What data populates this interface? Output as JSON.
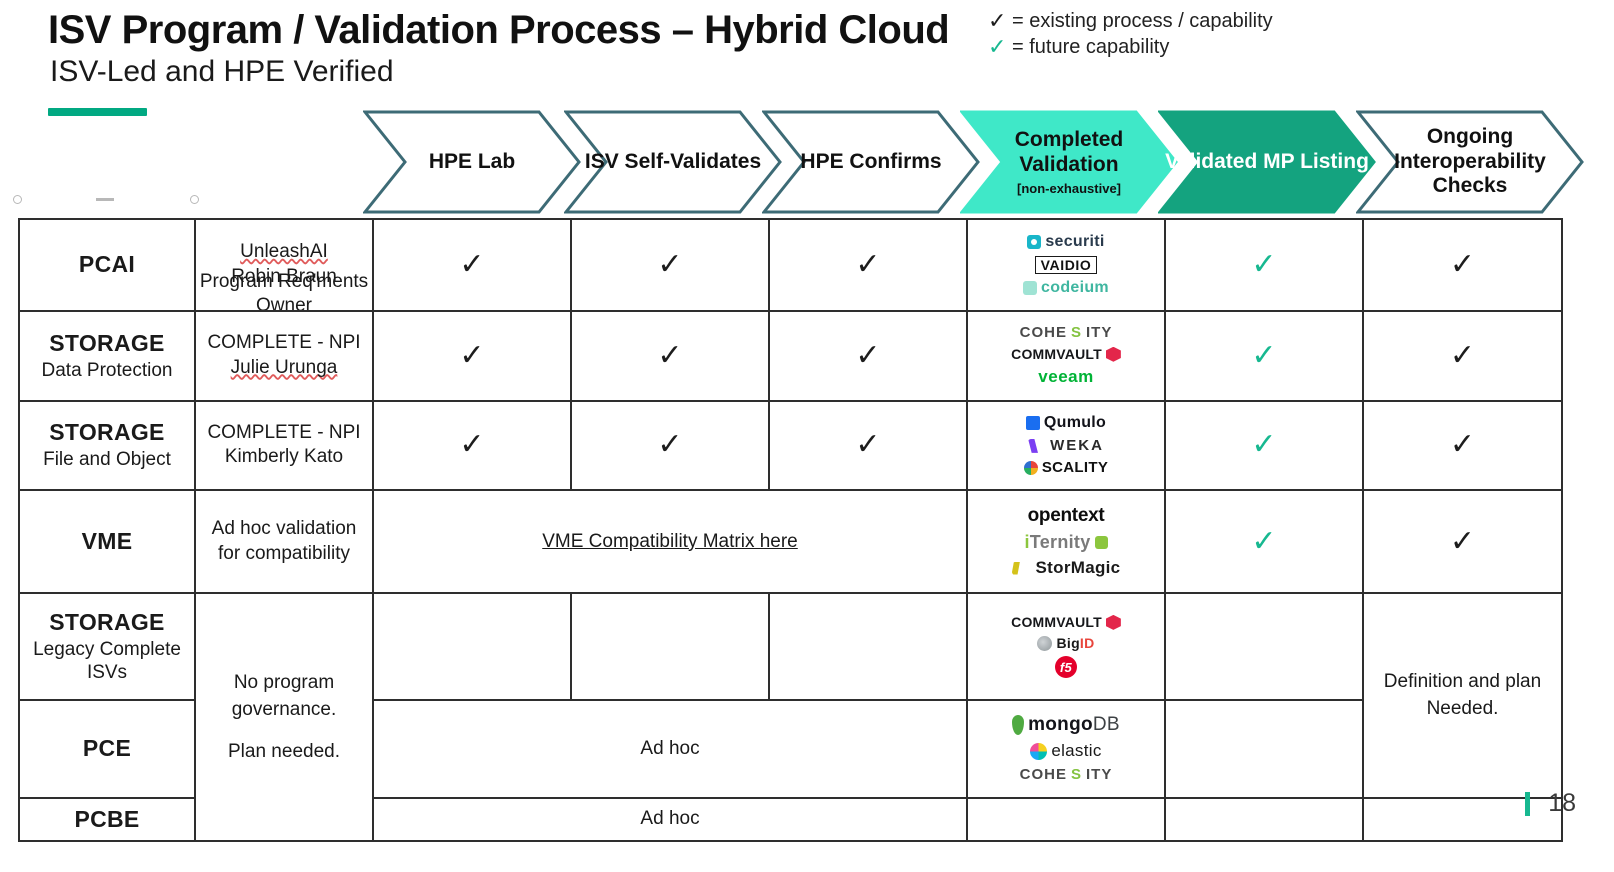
{
  "header": {
    "title": "ISV Program / Validation Process – Hybrid Cloud",
    "subtitle": "ISV-Led and HPE Verified"
  },
  "legend": {
    "existing": {
      "check": "✓",
      "text": "= existing process / capability"
    },
    "future": {
      "check": "✓",
      "text": "= future capability"
    }
  },
  "columns": {
    "segment": "",
    "owner": "Program Req'ments Owner",
    "stages": [
      {
        "label": "HPE Lab",
        "sub": "",
        "fill": "#ffffff",
        "text": "#111111"
      },
      {
        "label": "ISV Self-Validates",
        "sub": "",
        "fill": "#ffffff",
        "text": "#111111"
      },
      {
        "label": "HPE Confirms",
        "sub": "",
        "fill": "#ffffff",
        "text": "#111111"
      },
      {
        "label": "Completed Validation",
        "sub": "[non-exhaustive]",
        "fill": "#3fe8c8",
        "text": "#111111"
      },
      {
        "label": "Validated MP Listing",
        "sub": "",
        "fill": "#14a37f",
        "text": "#ffffff"
      },
      {
        "label": "Ongoing Interoperability Checks",
        "sub": "",
        "fill": "#ffffff",
        "text": "#111111"
      }
    ]
  },
  "colors": {
    "accent_green": "#01a982",
    "chevron_border": "#3d6b76",
    "completed_validation": "#3fe8c8",
    "validated_mp": "#14a37f",
    "check_black": "#1d1d1d",
    "check_green": "#17b890"
  },
  "rows": [
    {
      "segment_title": "PCAI",
      "segment_sub": "",
      "owner_line1": "UnleashAI",
      "owner_line2": "Robin Braun",
      "owner_misspelled": true,
      "hpe_lab": "✓",
      "isv_self": "✓",
      "hpe_confirms": "✓",
      "mp_listing": "✓",
      "ongoing": "✓",
      "logos": [
        "securiti",
        "VAIDIO",
        "codeium"
      ]
    },
    {
      "segment_title": "STORAGE",
      "segment_sub": "Data Protection",
      "owner_line1": "COMPLETE - NPI",
      "owner_line2": "Julie Urunga",
      "owner_misspelled": true,
      "hpe_lab": "✓",
      "isv_self": "✓",
      "hpe_confirms": "✓",
      "mp_listing": "✓",
      "ongoing": "✓",
      "logos": [
        "COHESITY",
        "COMMVAULT",
        "veeam"
      ]
    },
    {
      "segment_title": "STORAGE",
      "segment_sub": "File and Object",
      "owner_line1": "COMPLETE - NPI",
      "owner_line2": "Kimberly Kato",
      "owner_misspelled": false,
      "hpe_lab": "✓",
      "isv_self": "✓",
      "hpe_confirms": "✓",
      "mp_listing": "✓",
      "ongoing": "✓",
      "logos": [
        "Qumulo",
        "WEKA",
        "SCALITY"
      ]
    },
    {
      "segment_title": "VME",
      "segment_sub": "",
      "owner_line1": "Ad hoc validation",
      "owner_line2": "for compatibility",
      "owner_misspelled": false,
      "span_link": "VME Compatibility Matrix here",
      "mp_listing": "✓",
      "ongoing": "✓",
      "logos": [
        "opentext",
        "iTernity",
        "StorMagic"
      ]
    },
    {
      "segment_title": "STORAGE",
      "segment_sub": "Legacy Complete ISVs",
      "hpe_lab": "",
      "isv_self": "",
      "hpe_confirms": "",
      "mp_listing": "",
      "ongoing": "",
      "logos": [
        "COMMVAULT",
        "BigID",
        "f5"
      ]
    },
    {
      "segment_title": "PCE",
      "segment_sub": "",
      "span_text": "Ad hoc",
      "mp_listing": "",
      "ongoing": "",
      "logos": [
        "mongoDB",
        "elastic",
        "COHESITY"
      ]
    },
    {
      "segment_title": "PCBE",
      "segment_sub": "",
      "span_text": "Ad hoc",
      "mp_listing": "",
      "ongoing": "",
      "logos": []
    }
  ],
  "merged": {
    "owner_note_line1": "No program",
    "owner_note_line2": "governance.",
    "owner_note_line3": "Plan needed.",
    "ongoing_note_line1": "Definition and plan",
    "ongoing_note_line2": "Needed."
  },
  "footer": {
    "slide_number": "18"
  }
}
